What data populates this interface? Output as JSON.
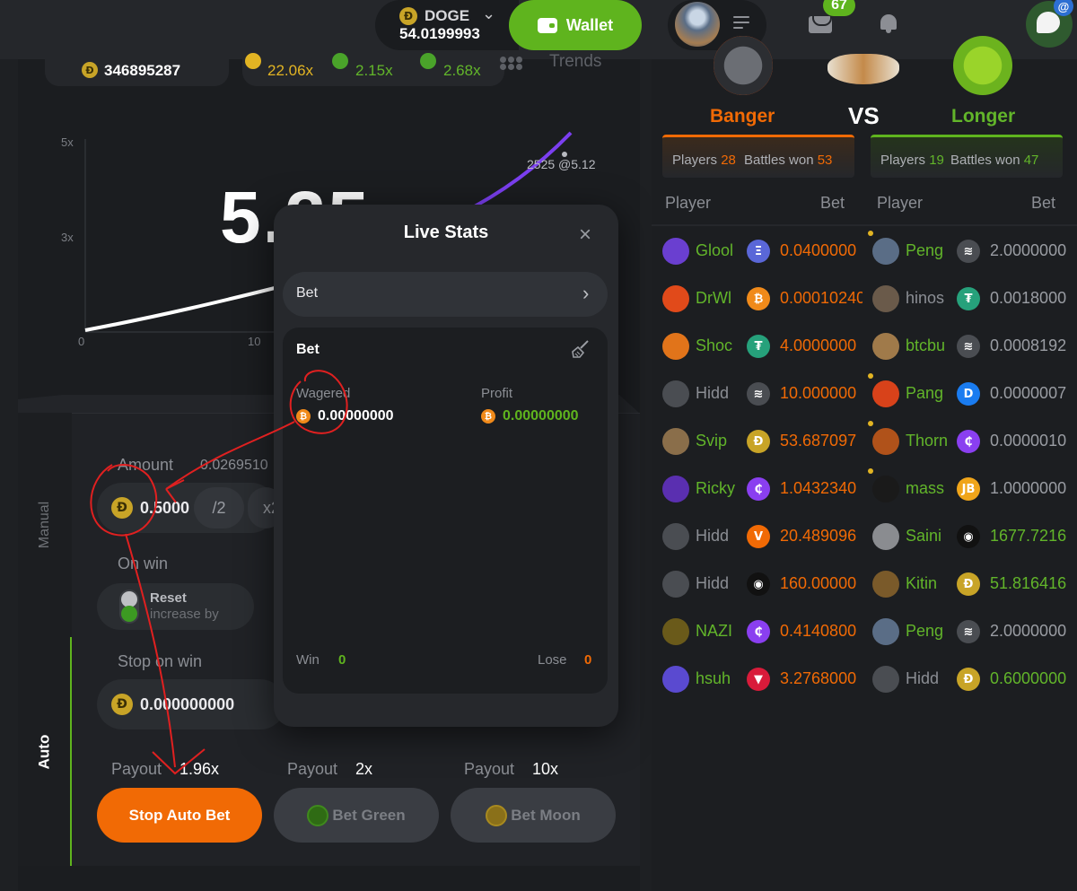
{
  "header": {
    "currency_code": "DOGE",
    "balance": "54.0199993",
    "wallet_label": "Wallet",
    "mail_count": "67",
    "chat_badge": "@"
  },
  "stats_bar": {
    "total": "346895287",
    "yellow_value": "22.06x",
    "green_value_1": "2.15x",
    "green_value_2": "2.68x",
    "trends_label": "Trends"
  },
  "game_chart": {
    "multiplier": "5.25",
    "y_ticks": [
      "5x",
      "3x"
    ],
    "x_ticks": [
      "0",
      "10"
    ],
    "note": "2525 @5.12"
  },
  "controls": {
    "tab_manual": "Manual",
    "tab_auto": "Auto",
    "amount_label": "Amount",
    "amount_usd": "0.0269510",
    "amount_value": "0.5000",
    "half_label": "/2",
    "double_label": "x2",
    "on_win_label": "On win",
    "reset_label": "Reset",
    "increase_label": "increase by",
    "stop_on_win_label": "Stop on win",
    "stop_on_win_value": "0.000000000",
    "payouts": [
      {
        "label": "Payout",
        "value": "1.96x"
      },
      {
        "label": "Payout",
        "value": "2x"
      },
      {
        "label": "Payout",
        "value": "10x"
      }
    ],
    "stop_auto_label": "Stop Auto Bet",
    "bet_green_label": "Bet Green",
    "bet_moon_label": "Bet Moon"
  },
  "live_stats": {
    "title": "Live Stats",
    "close": "×",
    "select_label": "Bet",
    "select_chevron": "›",
    "card_title": "Bet",
    "wagered_label": "Wagered",
    "wagered_value": "0.00000000",
    "profit_label": "Profit",
    "profit_value": "0.00000000",
    "win_label": "Win",
    "win_value": "0",
    "lose_label": "Lose",
    "lose_value": "0"
  },
  "battle": {
    "team_a": {
      "name": "Banger",
      "players_label": "Players",
      "players": "28",
      "won_label": "Battles won",
      "won": "53"
    },
    "vs": "VS",
    "team_b": {
      "name": "Longer",
      "players_label": "Players",
      "players": "19",
      "won_label": "Battles won",
      "won": "47"
    },
    "col_player": "Player",
    "col_bet": "Bet"
  },
  "bets_left": [
    {
      "name": "Glool",
      "cur": "Ξ",
      "amount": "0.0400000"
    },
    {
      "name": "DrWl",
      "cur": "₿",
      "amount": "0.00010240"
    },
    {
      "name": "Shoc",
      "cur": "₮",
      "amount": "4.0000000"
    },
    {
      "name": "Hidd",
      "cur": "≋",
      "amount": "10.000000"
    },
    {
      "name": "Svip",
      "cur": "Ð",
      "amount": "53.687097"
    },
    {
      "name": "Ricky",
      "cur": "₵",
      "amount": "1.0432340"
    },
    {
      "name": "Hidd",
      "cur": "V",
      "amount": "20.489096"
    },
    {
      "name": "Hidd",
      "cur": "◉",
      "amount": "160.00000"
    },
    {
      "name": "NAZI",
      "cur": "₵",
      "amount": "0.4140800"
    },
    {
      "name": "hsuh",
      "cur": "▼",
      "amount": "3.2768000"
    }
  ],
  "bets_right": [
    {
      "name": "Peng",
      "cur": "≋",
      "amount": "2.0000000"
    },
    {
      "name": "hinos",
      "cur": "₮",
      "amount": "0.0018000"
    },
    {
      "name": "btcbu",
      "cur": "≋",
      "amount": "0.0008192"
    },
    {
      "name": "Pang",
      "cur": "D",
      "amount": "0.0000007"
    },
    {
      "name": "Thorn",
      "cur": "₵",
      "amount": "0.0000010"
    },
    {
      "name": "mass",
      "cur": "JB",
      "amount": "1.0000000"
    },
    {
      "name": "Saini",
      "cur": "◉",
      "amount": "1677.7216"
    },
    {
      "name": "Kitin",
      "cur": "Ð",
      "amount": "51.816416"
    },
    {
      "name": "Peng",
      "cur": "≋",
      "amount": "2.0000000"
    },
    {
      "name": "Hidd",
      "cur": "Ð",
      "amount": "0.6000000"
    }
  ],
  "colors": {
    "accent_green": "#5fb41e",
    "accent_orange": "#f16a05",
    "doge_gold": "#c8a427"
  }
}
